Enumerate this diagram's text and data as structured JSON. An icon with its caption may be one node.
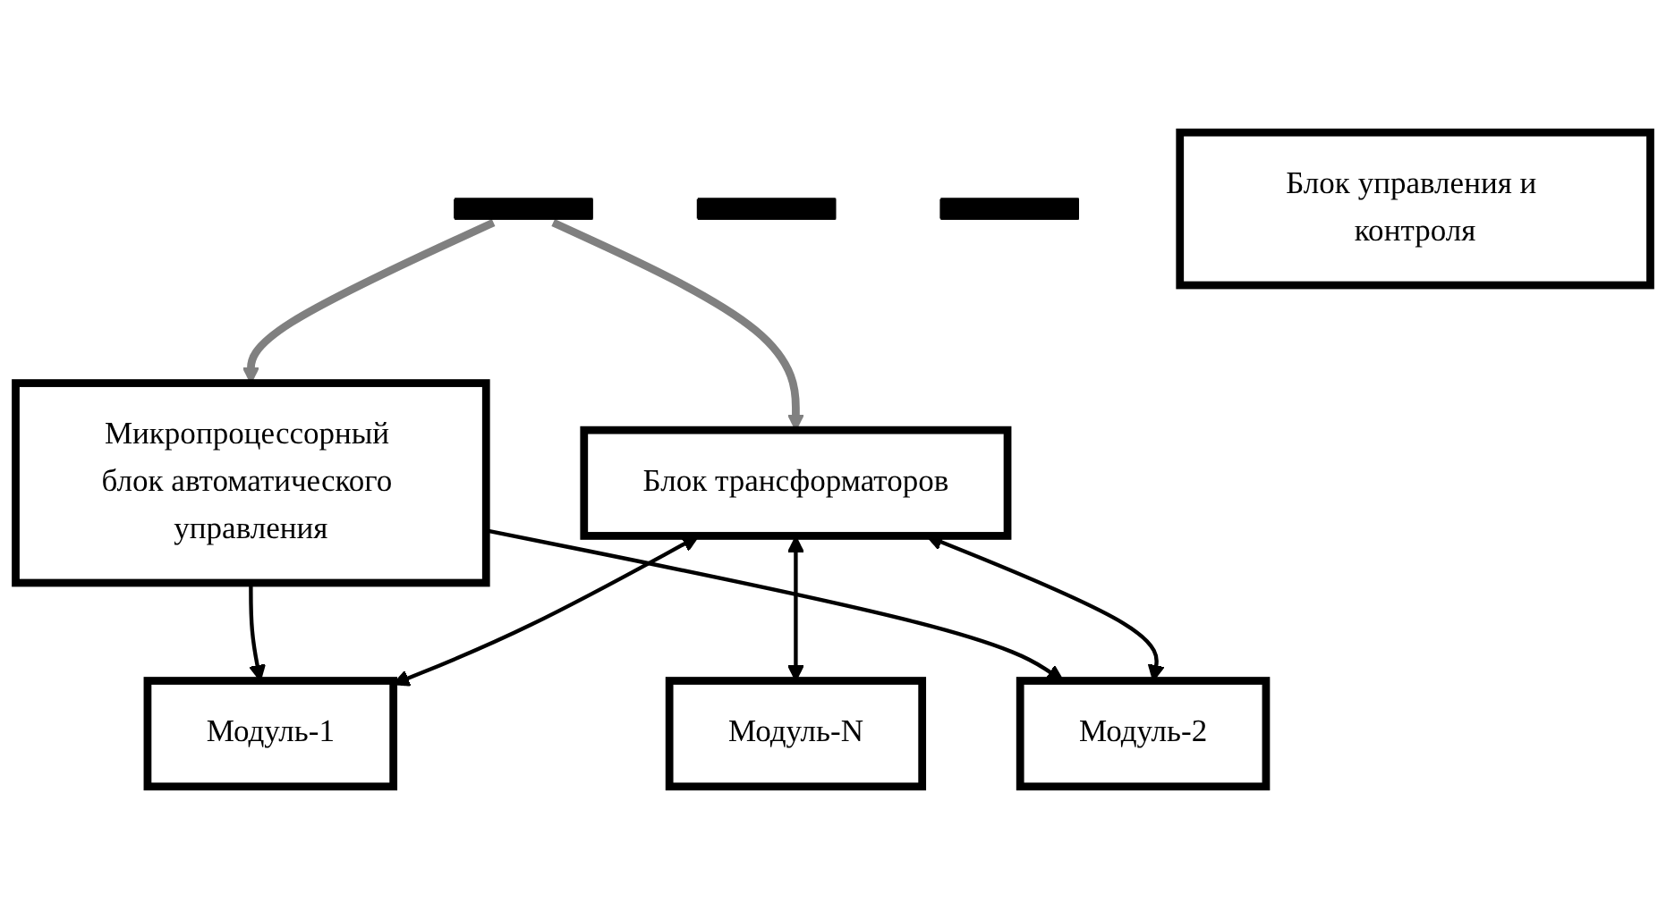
{
  "diagram": {
    "nodes": [
      {
        "text": [],
        "shape": "bar"
      },
      {
        "text": [],
        "shape": "bar"
      },
      {
        "text": [],
        "shape": "bar"
      },
      {
        "text": [
          "Блок трансформаторов"
        ]
      },
      {
        "text": [
          "Модуль-1"
        ]
      },
      {
        "text": [
          "Микропроцессорный блок автоматического управления"
        ]
      },
      {
        "text": [
          "Модуль-2"
        ]
      },
      {
        "text": [
          "Модуль-N"
        ]
      },
      {
        "text": [
          "Блок управления и контроля"
        ]
      }
    ],
    "edges": [
      {
        "from": 0,
        "to": 3,
        "arrow": "to",
        "style": "thick",
        "color": "#808080"
      },
      {
        "from": 0,
        "to": 5,
        "arrow": "to",
        "style": "thick",
        "color": "#808080"
      },
      {
        "from": 3,
        "to": 4,
        "arrow": "both"
      },
      {
        "from": 5,
        "to": 4,
        "arrow": "to"
      },
      {
        "from": 3,
        "to": 6,
        "arrow": "both"
      },
      {
        "from": 5,
        "to": 6,
        "arrow": "to"
      },
      {
        "from": 3,
        "to": 7,
        "arrow": "both"
      }
    ]
  }
}
